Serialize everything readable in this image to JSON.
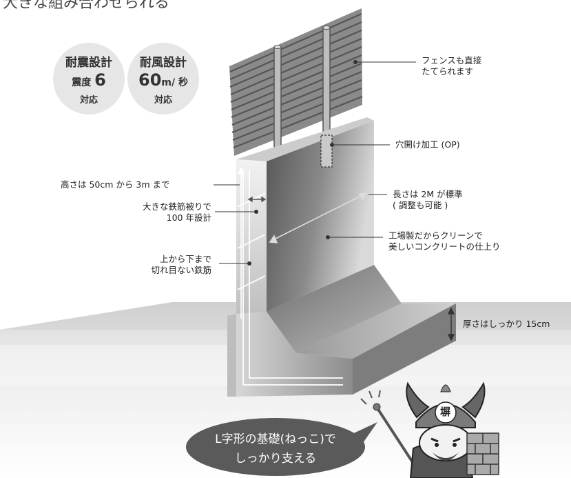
{
  "headline": "大きな組み合わせられる",
  "badges": [
    {
      "title": "耐震設計",
      "pre": "震度",
      "big": "6",
      "post": "",
      "foot": "対応"
    },
    {
      "title": "耐風設計",
      "pre": "",
      "big": "60",
      "post": "m/ 秒",
      "foot": "対応"
    }
  ],
  "annotations": {
    "fence": [
      "フェンスも直接",
      "たてられます"
    ],
    "hole": "穴開け加工 (OP)",
    "height": "高さは 50cm から 3m まで",
    "cover": [
      "大きな鉄筋被りで",
      "100 年設計"
    ],
    "rebar": [
      "上から下まで",
      "切れ目ない鉄筋"
    ],
    "length": [
      "長さは 2M が標準",
      "( 調整も可能 )"
    ],
    "factory": [
      "工場製だからクリーンで",
      "美しいコンクリートの仕上り"
    ],
    "thickness": "厚さはしっかり 15cm"
  },
  "mascot": {
    "helmet_char": "塀"
  },
  "bubble": {
    "line1": "L字形の基礎(ねっこ)で",
    "line2": "しっかり支える"
  },
  "colors": {
    "ground": "#d8d8d8",
    "concrete_dark": "#6e6e6e",
    "concrete_light": "#eeeeee",
    "fence": "#777777",
    "bubble": "#5a5a5a",
    "badge": "#e6e6e6"
  }
}
